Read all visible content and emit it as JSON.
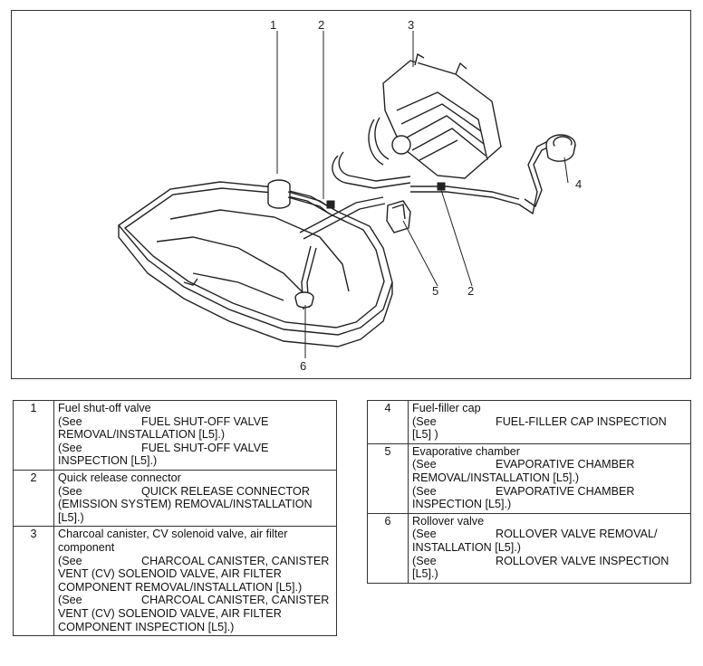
{
  "figure": {
    "callouts": [
      "1",
      "2",
      "3",
      "4",
      "5",
      "2",
      "6"
    ]
  },
  "left_items": [
    {
      "num": "1",
      "title": "Fuel shut-off valve",
      "refs": [
        {
          "see": "(See",
          "text": "FUEL SHUT-OFF VALVE REMOVAL/INSTALLATION [L5].)"
        },
        {
          "see": "(See",
          "text": "FUEL SHUT-OFF VALVE INSPECTION [L5].)"
        }
      ]
    },
    {
      "num": "2",
      "title": "Quick release connector",
      "refs": [
        {
          "see": "(See",
          "text": "QUICK RELEASE CONNECTOR (EMISSION SYSTEM) REMOVAL/INSTALLATION [L5].)"
        }
      ]
    },
    {
      "num": "3",
      "title": "Charcoal canister, CV solenoid valve, air filter component",
      "refs": [
        {
          "see": "(See",
          "text": "CHARCOAL CANISTER, CANISTER VENT (CV) SOLENOID VALVE, AIR FILTER COMPONENT REMOVAL/INSTALLATION [L5].)"
        },
        {
          "see": "(See",
          "text": "CHARCOAL CANISTER, CANISTER VENT (CV) SOLENOID VALVE, AIR FILTER COMPONENT INSPECTION [L5].)"
        }
      ]
    }
  ],
  "right_items": [
    {
      "num": "4",
      "title": "Fuel-filler cap",
      "refs": [
        {
          "see": "(See",
          "text": "FUEL-FILLER CAP INSPECTION [L5] )"
        }
      ]
    },
    {
      "num": "5",
      "title": "Evaporative chamber",
      "refs": [
        {
          "see": "(See",
          "text": "EVAPORATIVE CHAMBER REMOVAL/INSTALLATION [L5].)"
        },
        {
          "see": "(See",
          "text": "EVAPORATIVE CHAMBER INSPECTION [L5].)"
        }
      ]
    },
    {
      "num": "6",
      "title": "Rollover valve",
      "refs": [
        {
          "see": "(See",
          "text": "ROLLOVER VALVE REMOVAL/ INSTALLATION [L5].)"
        },
        {
          "see": "(See",
          "text": "ROLLOVER VALVE INSPECTION [L5].)"
        }
      ]
    }
  ]
}
